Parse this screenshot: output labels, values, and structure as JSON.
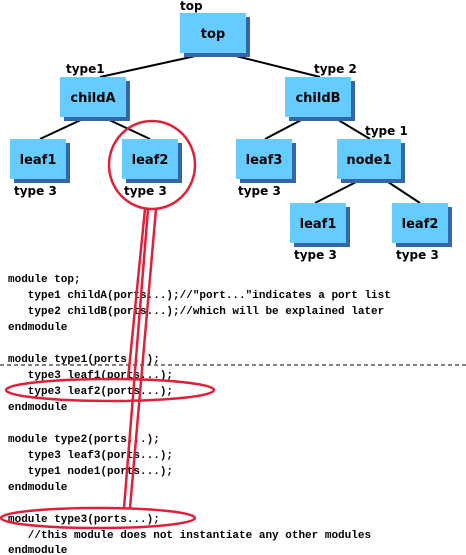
{
  "tree": {
    "top_label": "top",
    "nodes": {
      "top": "top",
      "childA": "childA",
      "childB": "childB",
      "leaf1": "leaf1",
      "leaf2": "leaf2",
      "leaf3": "leaf3",
      "node1": "node1",
      "node1_leaf1": "leaf1",
      "node1_leaf2": "leaf2"
    },
    "types": {
      "childA": "type1",
      "childB": "type 2",
      "leaf1": "type 3",
      "leaf2": "type 3",
      "leaf3": "type 3",
      "node1": "type 1",
      "node1_leaf1": "type 3",
      "node1_leaf2": "type 3"
    }
  },
  "code": {
    "lines": [
      "module top;",
      "   type1 childA(ports...);//\"port...\"indicates a port list",
      "   type2 childB(ports...);//which will be explained later",
      "endmodule",
      "",
      "module type1(ports...);",
      "   type3 leaf1(ports...);",
      "   type3 leaf2(ports...);",
      "endmodule",
      "",
      "module type2(ports...);",
      "   type3 leaf3(ports...);",
      "   type1 node1(ports...);",
      "endmodule",
      "",
      "module type3(ports...);",
      "   //this module does not instantiate any other modules",
      "endmodule"
    ]
  },
  "colors": {
    "box_fill": "#66ccff",
    "box_shadow": "#3366aa",
    "highlight": "#e0203a",
    "line": "#000000"
  }
}
